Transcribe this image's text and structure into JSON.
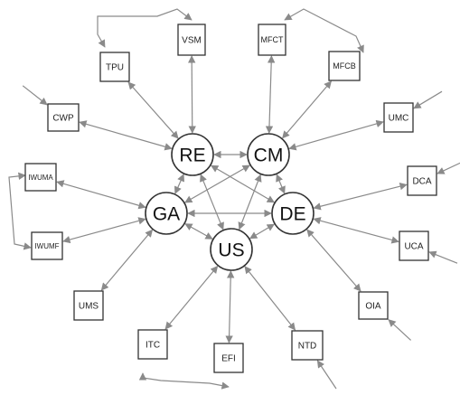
{
  "diagram": {
    "edge_color": "#8a8a8a",
    "hubs": [
      {
        "id": "RE",
        "label": "RE"
      },
      {
        "id": "CM",
        "label": "CM"
      },
      {
        "id": "GA",
        "label": "GA"
      },
      {
        "id": "DE",
        "label": "DE"
      },
      {
        "id": "US",
        "label": "US"
      }
    ],
    "components": [
      {
        "id": "VSM",
        "label": "VSM"
      },
      {
        "id": "MFCT",
        "label": "MFCT"
      },
      {
        "id": "TPU",
        "label": "TPU"
      },
      {
        "id": "MFCB",
        "label": "MFCB"
      },
      {
        "id": "CWP",
        "label": "CWP"
      },
      {
        "id": "UMC",
        "label": "UMC"
      },
      {
        "id": "IWUMA",
        "label": "IWUMA"
      },
      {
        "id": "DCA",
        "label": "DCA"
      },
      {
        "id": "IWUMF",
        "label": "IWUMF"
      },
      {
        "id": "UCA",
        "label": "UCA"
      },
      {
        "id": "UMS",
        "label": "UMS"
      },
      {
        "id": "OIA",
        "label": "OIA"
      },
      {
        "id": "ITC",
        "label": "ITC"
      },
      {
        "id": "EFI",
        "label": "EFI"
      },
      {
        "id": "NTD",
        "label": "NTD"
      }
    ],
    "hub_links": [
      {
        "from": "RE",
        "to": "CM"
      },
      {
        "from": "RE",
        "to": "GA"
      },
      {
        "from": "RE",
        "to": "DE"
      },
      {
        "from": "RE",
        "to": "US"
      },
      {
        "from": "CM",
        "to": "GA"
      },
      {
        "from": "CM",
        "to": "DE"
      },
      {
        "from": "CM",
        "to": "US"
      },
      {
        "from": "GA",
        "to": "DE"
      },
      {
        "from": "GA",
        "to": "US"
      },
      {
        "from": "DE",
        "to": "US"
      }
    ],
    "component_links": [
      {
        "hub": "RE",
        "component": "TPU"
      },
      {
        "hub": "RE",
        "component": "VSM"
      },
      {
        "hub": "RE",
        "component": "CWP"
      },
      {
        "hub": "CM",
        "component": "MFCT"
      },
      {
        "hub": "CM",
        "component": "MFCB"
      },
      {
        "hub": "CM",
        "component": "UMC"
      },
      {
        "hub": "GA",
        "component": "IWUMA"
      },
      {
        "hub": "GA",
        "component": "IWUMF"
      },
      {
        "hub": "GA",
        "component": "UMS"
      },
      {
        "hub": "DE",
        "component": "DCA"
      },
      {
        "hub": "DE",
        "component": "UCA"
      },
      {
        "hub": "DE",
        "component": "OIA"
      },
      {
        "hub": "US",
        "component": "ITC"
      },
      {
        "hub": "US",
        "component": "EFI"
      },
      {
        "hub": "US",
        "component": "NTD"
      }
    ],
    "peer_links": [
      {
        "from": "TPU",
        "to": "VSM"
      },
      {
        "from": "MFCT",
        "to": "MFCB"
      },
      {
        "from": "IWUMA",
        "to": "IWUMF"
      },
      {
        "from": "ITC",
        "to": "EFI"
      }
    ],
    "external_links": [
      {
        "component": "CWP"
      },
      {
        "component": "UMC"
      },
      {
        "component": "DCA"
      },
      {
        "component": "UCA"
      },
      {
        "component": "OIA"
      },
      {
        "component": "NTD"
      }
    ]
  }
}
